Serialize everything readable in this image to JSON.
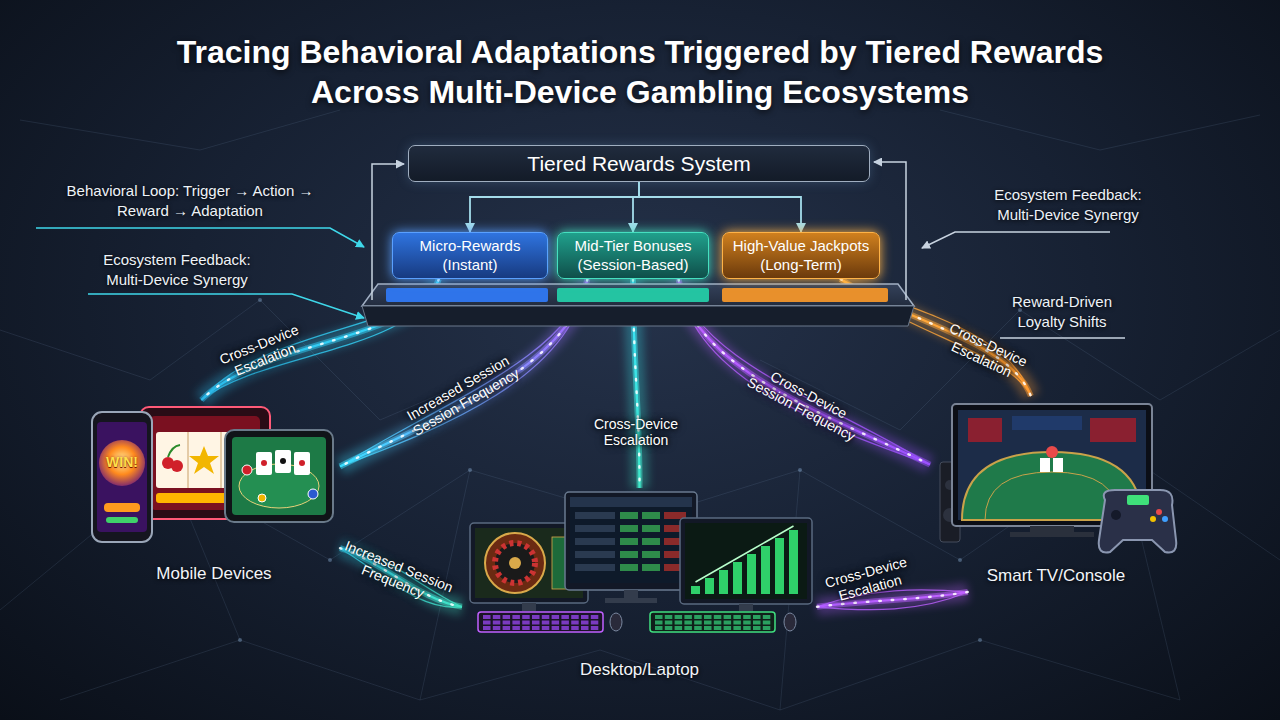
{
  "diagram": {
    "title": "Tracing Behavioral Adaptations Triggered by Tiered Rewards Across Multi-Device Gambling Ecosystems",
    "nodes": [
      {
        "text": [
          "Tiered Rewards System"
        ]
      },
      {
        "text": [
          "Micro-Rewards (Instant)"
        ]
      },
      {
        "text": [
          "Mid-Tier Bonuses (Session-Based)"
        ]
      },
      {
        "text": [
          "High-Value Jackpots (Long-Term)"
        ]
      },
      {
        "text": [
          "Mobile Devices"
        ]
      },
      {
        "text": [
          "Desktop/Laptop"
        ]
      },
      {
        "text": [
          "Smart TV/Console"
        ]
      }
    ],
    "edges": [
      {
        "from": 0,
        "to": 1,
        "arrow": "to"
      },
      {
        "from": 0,
        "to": 2,
        "arrow": "to"
      },
      {
        "from": 0,
        "to": 3,
        "arrow": "to"
      },
      {
        "from": 1,
        "to": 4,
        "label": "Cross-Device Escalation",
        "arrow": "none"
      },
      {
        "from": 2,
        "to": 4,
        "label": "Increased Session Session Frequency",
        "arrow": "none"
      },
      {
        "from": 2,
        "to": 5,
        "label": "Cross-Device Escalation",
        "arrow": "none"
      },
      {
        "from": 2,
        "to": 6,
        "label": "Cross-Device Session Frequency",
        "arrow": "none"
      },
      {
        "from": 3,
        "to": 6,
        "label": "Cross-Device Escalation",
        "arrow": "none"
      },
      {
        "from": 4,
        "to": 5,
        "label": "Increased Session Frequency",
        "arrow": "none"
      },
      {
        "from": 5,
        "to": 6,
        "label": "Cross-Device Escalation",
        "arrow": "none"
      }
    ],
    "labels": [
      "Behavioral Loop: Trigger → Action → Reward → Adaptation",
      "Ecosystem Feedback: Multi-Device Synergy",
      "Ecosystem Feedback: Multi-Device Synergy",
      "Reward-Driven Loyalty Shifts",
      "WIN!"
    ]
  }
}
